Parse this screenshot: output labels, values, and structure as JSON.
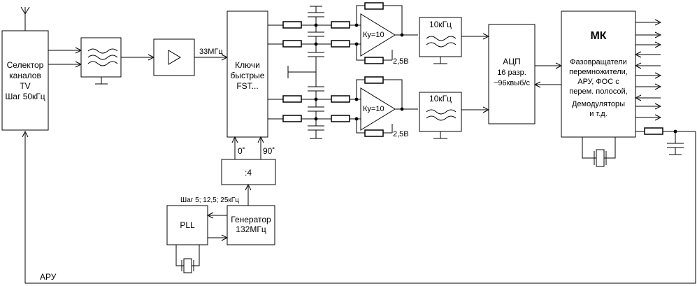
{
  "blocks": {
    "selector": [
      "Селектор",
      "каналов",
      "TV",
      "Шаг 50кГц"
    ],
    "if_freq": "33МГц",
    "keys": [
      "Ключи",
      "быстрые",
      "FST..."
    ],
    "phase0": "0˚",
    "phase90": "90˚",
    "divider": ":4",
    "step": "Шаг 5; 12,5; 25кГц",
    "pll": "PLL",
    "generator": [
      "Генератор",
      "132МГц"
    ],
    "amp_gain_top": "Ку=10",
    "amp_gain_bottom": "Ку=10",
    "vref_top": "2,5В",
    "vref_bottom": "2,5В",
    "lpf_top": "10кГц",
    "lpf_bottom": "10кГц",
    "adc": [
      "АЦП",
      "16 разр.",
      "~96квыб/с"
    ],
    "mc_title": "МК",
    "mc_body": [
      "Фазовращатели",
      "перемножители,",
      "АРУ, ФОС с",
      "перем. полосой,",
      "Демодуляторы",
      "и т.д."
    ],
    "agc": "АРУ"
  }
}
